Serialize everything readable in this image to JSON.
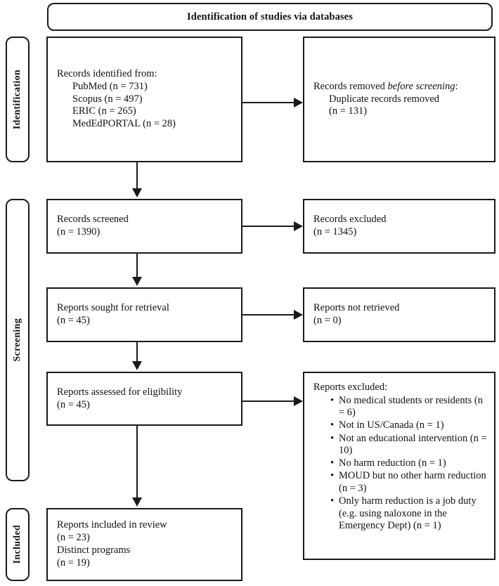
{
  "diagram": {
    "type": "prisma-flow-diagram",
    "header": {
      "title": "Identification of studies via databases"
    },
    "stages": [
      {
        "key": "identification",
        "label": "Identification"
      },
      {
        "key": "screening",
        "label": "Screening"
      },
      {
        "key": "included",
        "label": "Included"
      }
    ],
    "nodes": {
      "records_identified": {
        "title": "Records identified from:",
        "sources": [
          {
            "name": "PubMed",
            "n": "731",
            "text": "PubMed (n = 731)"
          },
          {
            "name": "Scopus",
            "n": "497",
            "text": "Scopus (n = 497)"
          },
          {
            "name": "ERIC",
            "n": "265",
            "text": "ERIC (n = 265)"
          },
          {
            "name": "MedEdPORTAL",
            "n": "28",
            "text": "MedEdPORTAL (n = 28)"
          }
        ]
      },
      "records_removed": {
        "line1_pre": "Records removed ",
        "line1_italic": "before screening",
        "line1_post": ":",
        "line2": "Duplicate records removed",
        "line3": "(n = 131)",
        "n": "131"
      },
      "records_screened": {
        "label": "Records screened",
        "count": "(n = 1390)",
        "n": "1390"
      },
      "records_excluded": {
        "label": "Records excluded",
        "count": "(n = 1345)",
        "n": "1345"
      },
      "reports_sought": {
        "label": "Reports sought for retrieval",
        "count": "(n = 45)",
        "n": "45"
      },
      "reports_not_retrieved": {
        "label": "Reports not retrieved",
        "count": "(n = 0)",
        "n": "0"
      },
      "reports_assessed": {
        "label": "Reports assessed for eligibility",
        "count": "(n = 45)",
        "n": "45"
      },
      "reports_excluded": {
        "title": "Reports excluded:",
        "reasons": [
          {
            "text": "No medical students or residents (n = 6)",
            "n": "6"
          },
          {
            "text": "Not in US/Canada (n = 1)",
            "n": "1"
          },
          {
            "text": "Not an educational intervention (n = 10)",
            "n": "10"
          },
          {
            "text": "No harm reduction (n = 1)",
            "n": "1"
          },
          {
            "text": "MOUD but no other harm reduction (n = 3)",
            "n": "3"
          },
          {
            "text": "Only harm reduction is a job duty (e.g. using naloxone in the Emergency Dept) (n = 1)",
            "n": "1"
          }
        ]
      },
      "reports_included": {
        "line1": "Reports included in review",
        "line2": "(n = 23)",
        "line3": "Distinct programs",
        "line4": "(n = 19)",
        "reports_n": "23",
        "programs_n": "19"
      }
    },
    "colors": {
      "stroke": "#1a1a1a",
      "background": "#ffffff",
      "text": "#111111"
    }
  }
}
